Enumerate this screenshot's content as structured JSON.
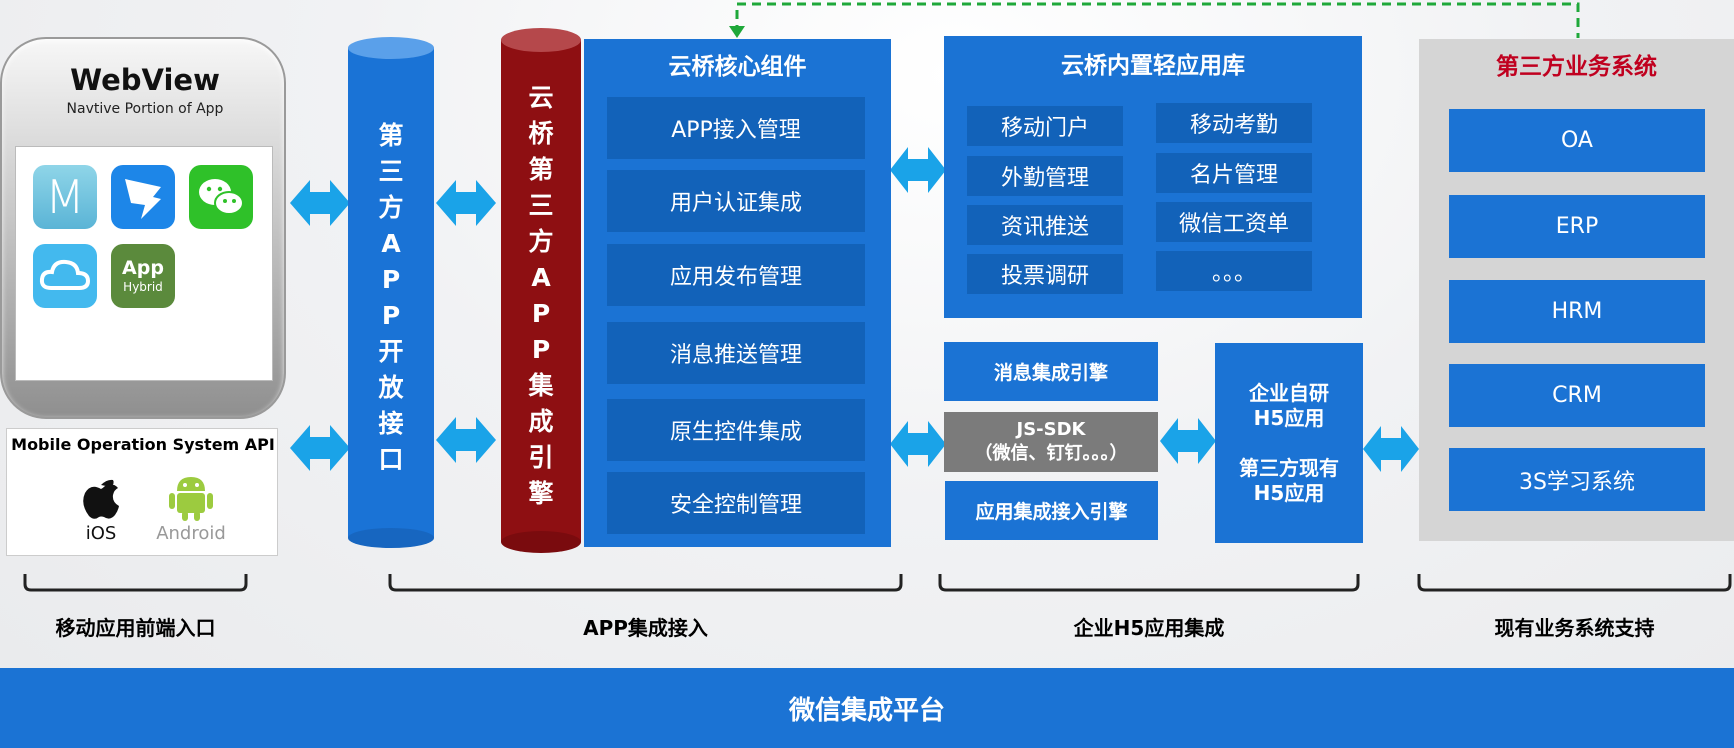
{
  "webview": {
    "title": "WebView",
    "subtitle": "Navtive Portion of App",
    "hybrid_app": {
      "line1": "App",
      "line2": "Hybrid"
    }
  },
  "mobile_os": {
    "title": "Mobile Operation System API",
    "ios": "iOS",
    "android": "Android"
  },
  "cylinder_open": {
    "chars": [
      "第",
      "三",
      "方",
      "A",
      "P",
      "P",
      "开",
      "放",
      "接",
      "口"
    ]
  },
  "cylinder_engine": {
    "chars": [
      "云",
      "桥",
      "第",
      "三",
      "方",
      "A",
      "P",
      "P",
      "集",
      "成",
      "引",
      "擎"
    ]
  },
  "core": {
    "title": "云桥核心组件",
    "items": [
      "APP接入管理",
      "用户认证集成",
      "应用发布管理",
      "消息推送管理",
      "原生控件集成",
      "安全控制管理"
    ]
  },
  "library": {
    "title": "云桥内置轻应用库",
    "items": [
      "移动门户",
      "移动考勤",
      "外勤管理",
      "名片管理",
      "资讯推送",
      "微信工资单",
      "投票调研",
      "。。。"
    ]
  },
  "h5_engines": {
    "message": "消息集成引擎",
    "jssdk_line1": "JS-SDK",
    "jssdk_line2": "（微信、钉钉。。。）",
    "app_access": "应用集成接入引擎"
  },
  "h5_apps": {
    "line1": "企业自研",
    "line2": "H5应用",
    "line3": "第三方现有",
    "line4": "H5应用"
  },
  "third_party": {
    "title": "第三方业务系统",
    "items": [
      "OA",
      "ERP",
      "HRM",
      "CRM",
      "3S学习系统"
    ]
  },
  "groups": {
    "mobile": "移动应用前端入口",
    "app": "APP集成接入",
    "h5": "企业H5应用集成",
    "existing": "现有业务系统支持"
  },
  "footer": {
    "label": "微信集成平台"
  },
  "colors": {
    "blue": "#1b73d4",
    "dark_blue": "#1262b9",
    "cylinder_blue": "#1a73d6",
    "cylinder_red": "#8e0f12",
    "arrow": "#1aa3e8",
    "dashed_green": "#1fa83a",
    "title_red": "#c0001f"
  }
}
